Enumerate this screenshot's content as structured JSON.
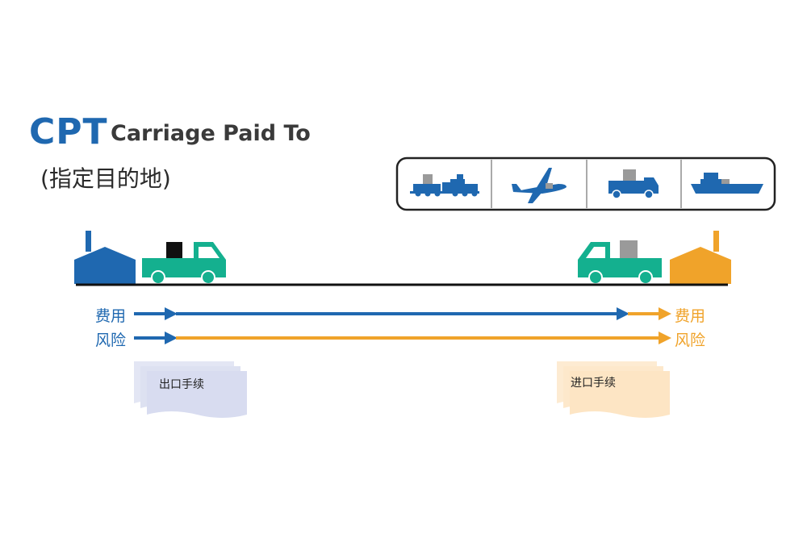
{
  "title": {
    "code": "CPT",
    "name": "Carriage Paid To",
    "subtitle": "(指定目的地)"
  },
  "transport_modes": [
    "train-icon",
    "airplane-icon",
    "truck-icon",
    "ship-icon"
  ],
  "rows": {
    "cost": {
      "left_label": "费用",
      "right_label": "费用"
    },
    "risk": {
      "left_label": "风险",
      "right_label": "风险"
    }
  },
  "documents": {
    "export": "出口手续",
    "import": "进口手续"
  },
  "colors": {
    "blue": "#1f68b0",
    "orange": "#f0a32a",
    "teal": "#14b08f",
    "export_doc": "#d8dcf0",
    "import_doc": "#fde5c4"
  }
}
